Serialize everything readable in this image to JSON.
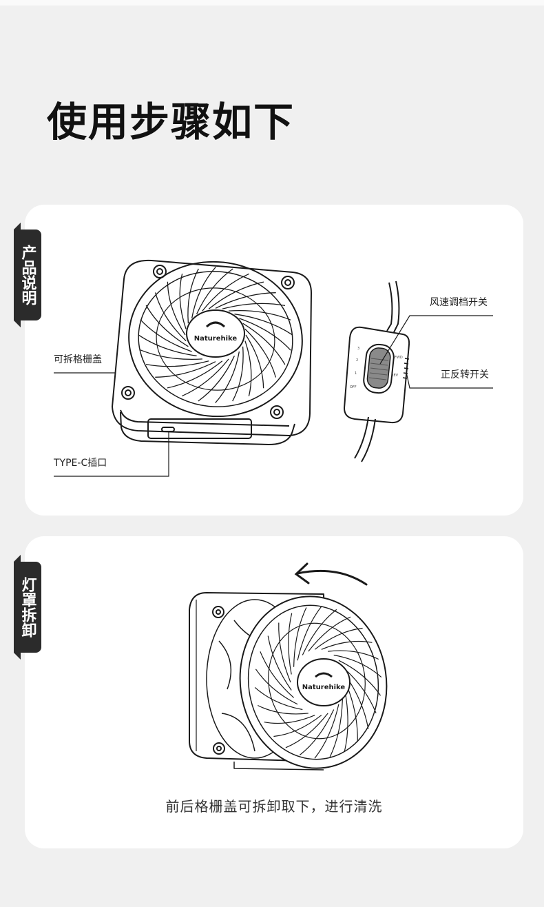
{
  "title": "使用步骤如下",
  "sections": [
    {
      "tab": "产品说明",
      "labels": {
        "grille": "可拆格栅盖",
        "usb": "TYPE-C插口",
        "speed": "风速调档开关",
        "reverse": "正反转开关"
      },
      "brand": "Naturehike",
      "switch_marks": [
        "3",
        "2",
        "1",
        "OFF",
        "FWD",
        "REV"
      ]
    },
    {
      "tab": "灯罩拆卸",
      "brand": "Naturehike",
      "caption": "前后格栅盖可拆卸取下，进行清洗"
    }
  ],
  "colors": {
    "background": "#f0f0f0",
    "card": "#ffffff",
    "tab": "#2b2b2b",
    "line": "#1a1a1a"
  }
}
